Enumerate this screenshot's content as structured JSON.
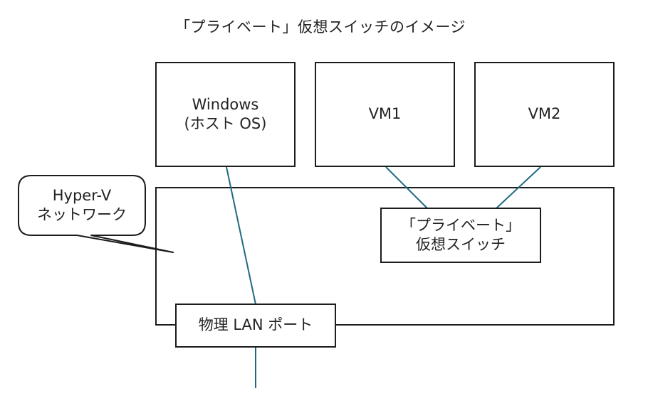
{
  "title": "「プライベート」仮想スイッチのイメージ",
  "nodes": {
    "windows": {
      "line1": "Windows",
      "line2": "(ホスト OS)"
    },
    "vm1": {
      "label": "VM1"
    },
    "vm2": {
      "label": "VM2"
    },
    "private_switch": {
      "line1": "「プライベート」",
      "line2": "仮想スイッチ"
    },
    "physical_port": {
      "label": "物理 LAN ポート"
    }
  },
  "callout": {
    "line1": "Hyper-V",
    "line2": "ネットワーク"
  },
  "colors": {
    "connector": "#1f6b80",
    "border": "#1c1c1c",
    "text": "#222222"
  }
}
